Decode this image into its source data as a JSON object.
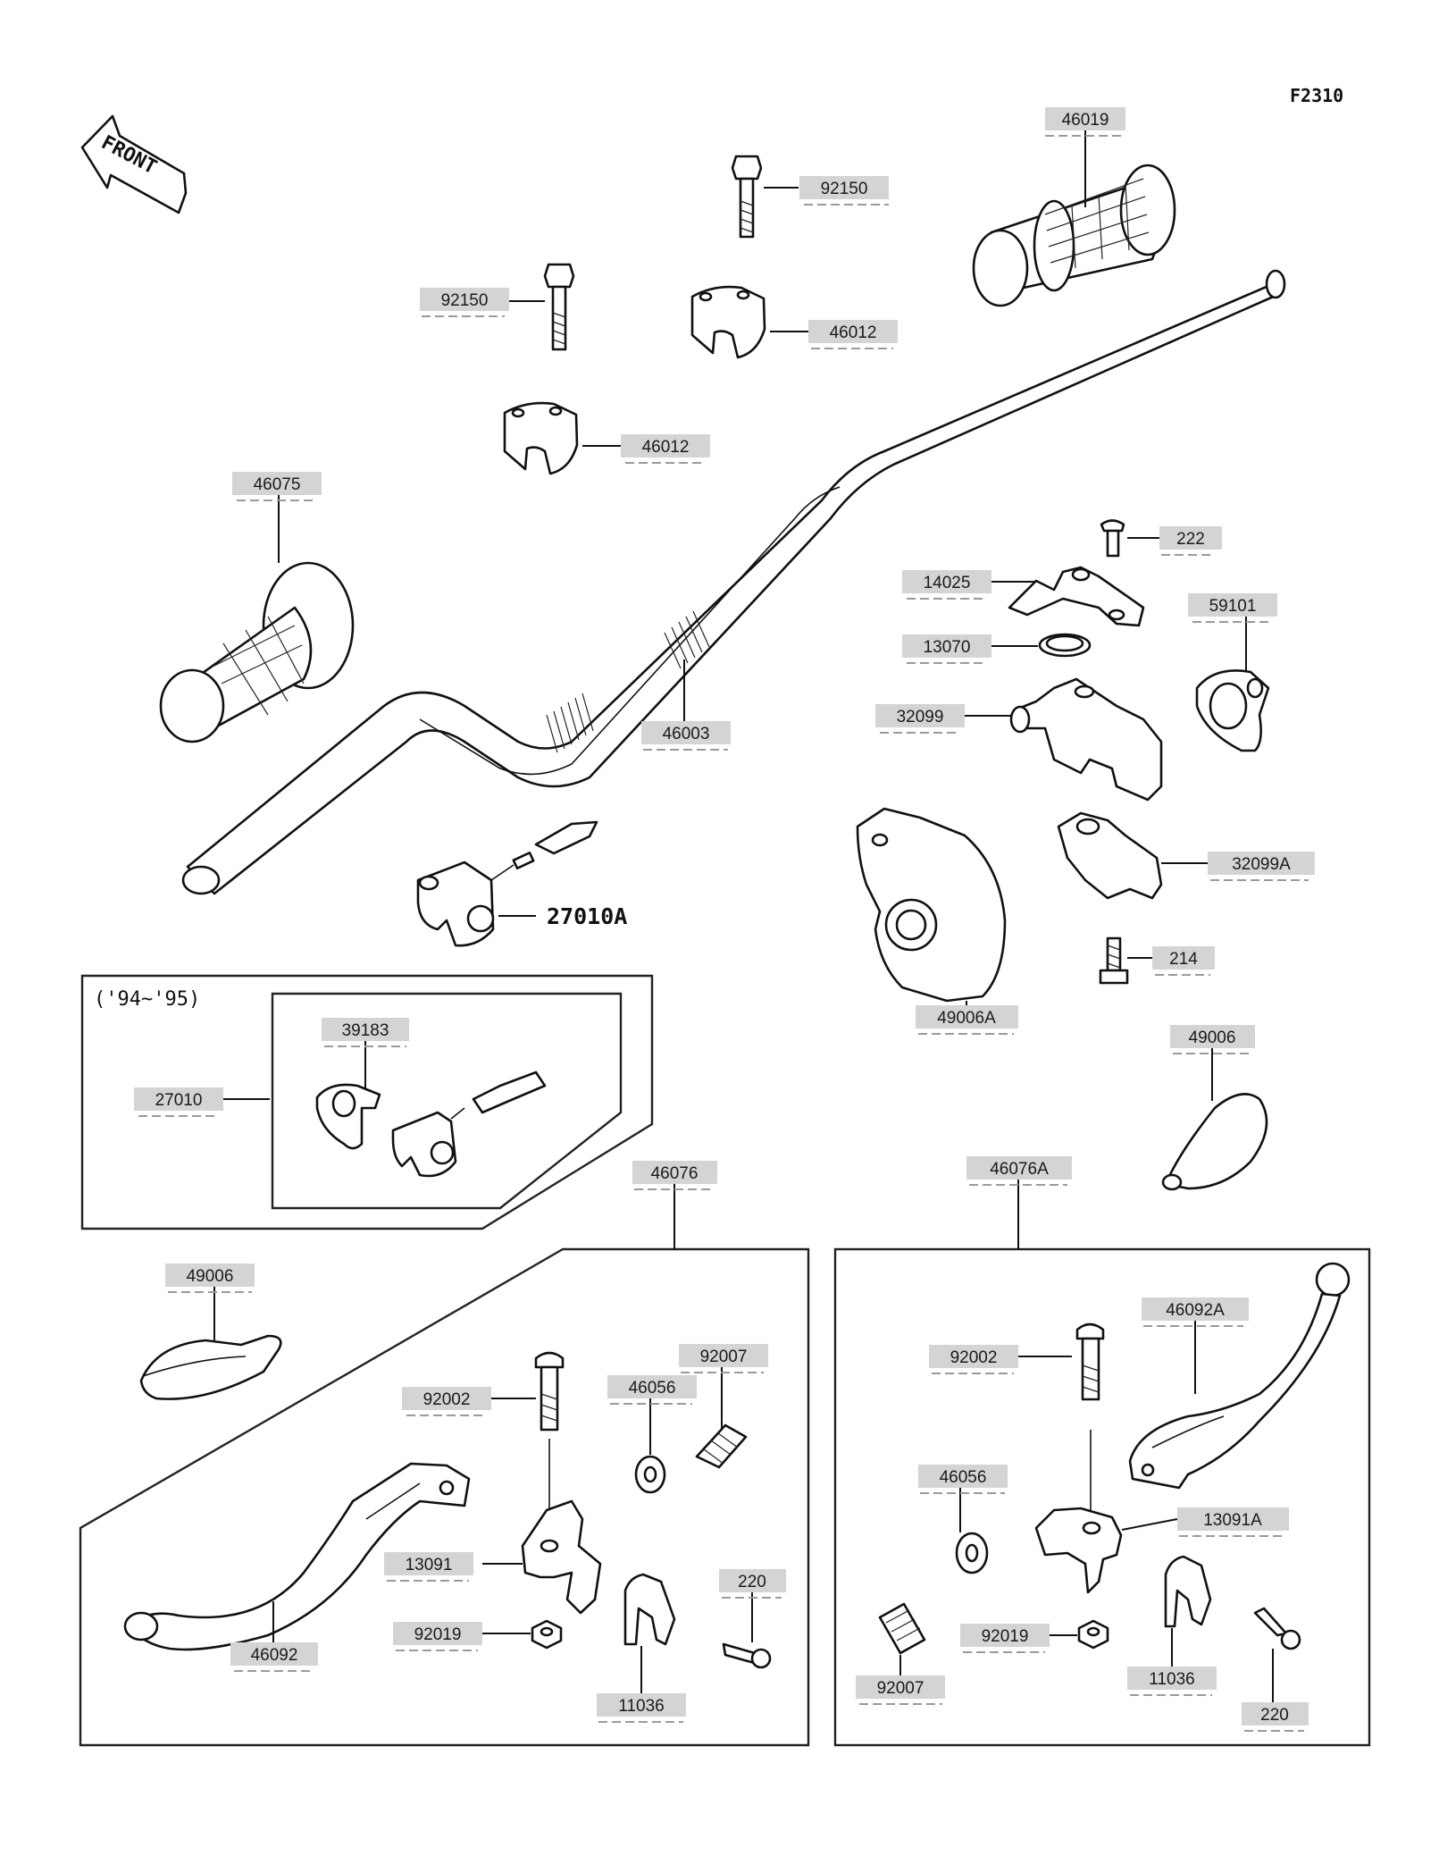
{
  "figure_code": "F2310",
  "front_arrow_label": "FRONT",
  "year_note": "('94~'95)",
  "labels": {
    "p46019": "46019",
    "p92150_a": "92150",
    "p92150_b": "92150",
    "p46012_a": "46012",
    "p46012_b": "46012",
    "p46075": "46075",
    "p222": "222",
    "p14025": "14025",
    "p59101": "59101",
    "p13070": "13070",
    "p32099": "32099",
    "p46003": "46003",
    "p32099A": "32099A",
    "p27010A": "27010A",
    "p214": "214",
    "p49006A": "49006A",
    "p49006_a": "49006",
    "p39183": "39183",
    "p27010": "27010",
    "p46076": "46076",
    "p46076A": "46076A",
    "p49006_b": "49006",
    "p92007_a": "92007",
    "p46056_a": "46056",
    "p92002_a": "92002",
    "p13091": "13091",
    "p220_a": "220",
    "p92019_a": "92019",
    "p46092": "46092",
    "p11036_a": "11036",
    "p46092A": "46092A",
    "p92002_b": "92002",
    "p46056_b": "46056",
    "p13091A": "13091A",
    "p92019_b": "92019",
    "p11036_b": "11036",
    "p92007_b": "92007",
    "p220_b": "220"
  }
}
